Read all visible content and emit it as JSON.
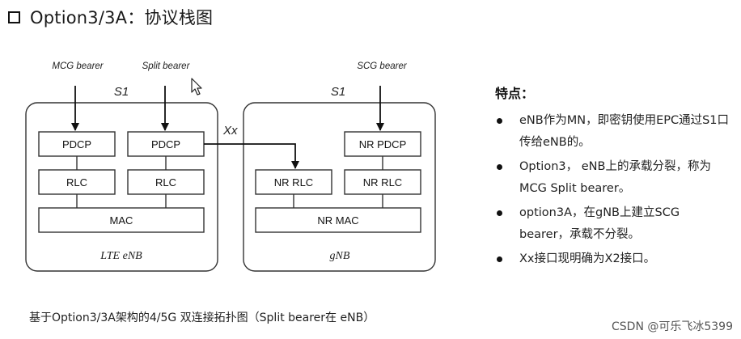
{
  "title": "Option3/3A：协议栈图",
  "diagram": {
    "lte_group": {
      "label": "LTE eNB",
      "s1_label": "S1"
    },
    "gnb_group": {
      "label": "gNB",
      "s1_label": "S1"
    },
    "bearers": {
      "mcg": "MCG bearer",
      "split": "Split bearer",
      "scg": "SCG bearer"
    },
    "xx_label": "Xx",
    "boxes": {
      "lte_pdcp_1": "PDCP",
      "lte_pdcp_2": "PDCP",
      "lte_rlc_1": "RLC",
      "lte_rlc_2": "RLC",
      "lte_mac": "MAC",
      "nr_pdcp": "NR PDCP",
      "nr_rlc_1": "NR RLC",
      "nr_rlc_2": "NR RLC",
      "nr_mac": "NR MAC"
    }
  },
  "features": {
    "heading": "特点：",
    "items": [
      "eNB作为MN，即密钥使用EPC通过S1口传给eNB的。",
      "Option3，  eNB上的承载分裂，称为MCG Split bearer。",
      "option3A，在gNB上建立SCG bearer，承载不分裂。",
      "Xx接口现明确为X2接口。"
    ]
  },
  "caption": "基于Option3/3A架构的4/5G 双连接拓扑图（Split bearer在 eNB）",
  "watermark": "CSDN @可乐飞冰5399",
  "icons": {
    "cursor": "mouse-cursor-icon",
    "bullet": "bullet-dot-icon",
    "title_marker": "square-outline-icon"
  }
}
